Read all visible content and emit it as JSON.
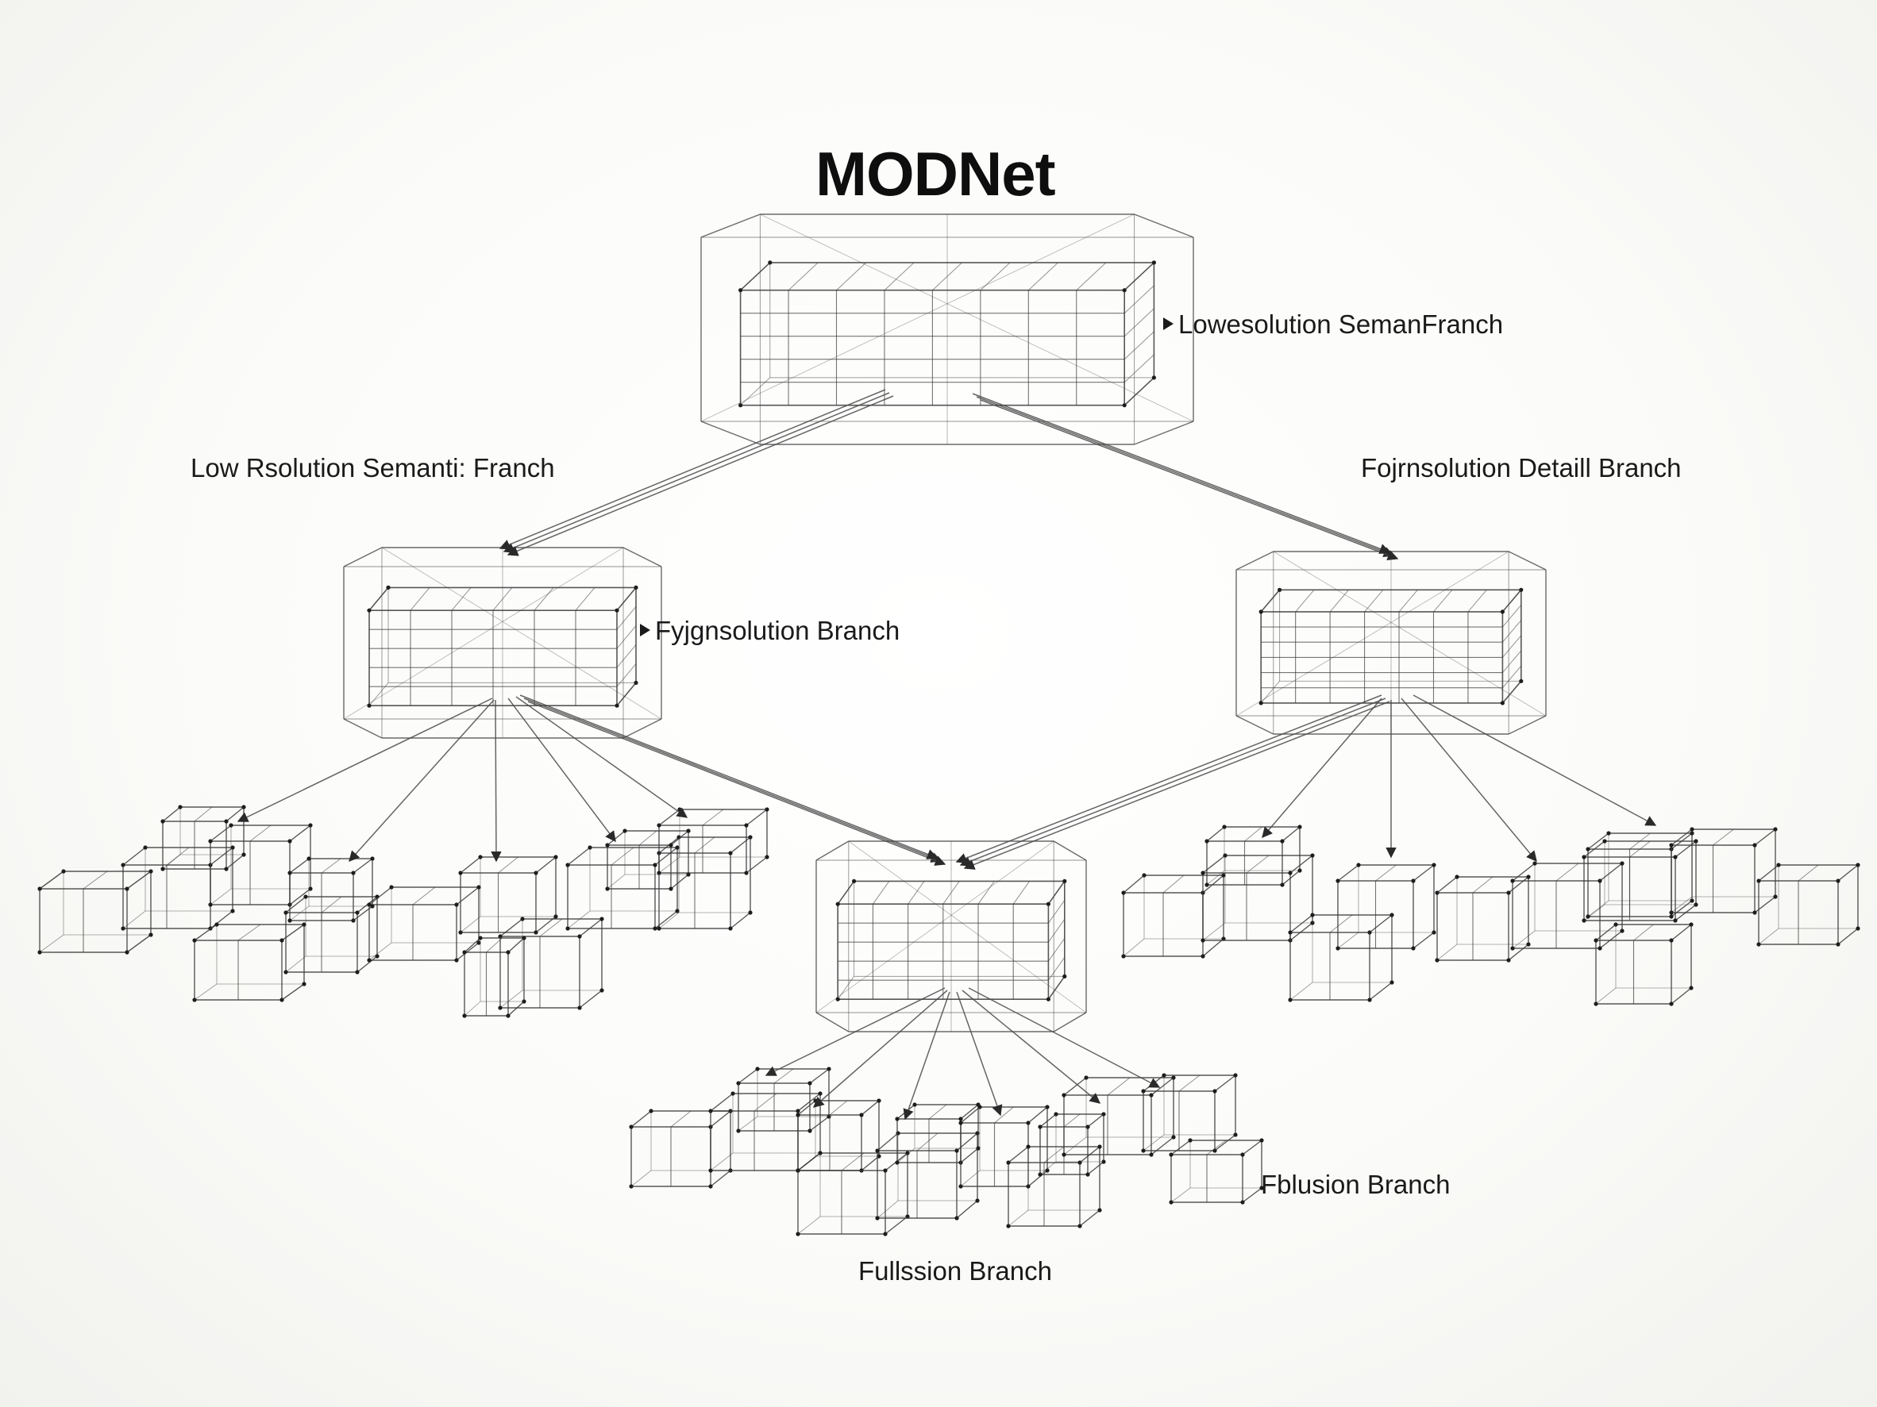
{
  "diagram": {
    "title": "MODNet",
    "labels": {
      "top_block": "Lowesolution SemanFranch",
      "left_branch": "Low Rsolution Semanti: Franch",
      "right_branch": "Fojrnsolution Detaill Branch",
      "left_block": "Fyjgnsolution Branch",
      "fusion_right": "Fblusion Branch",
      "fusion_bottom": "Fullssion Branch"
    },
    "colors": {
      "line": "#3a3a3a",
      "arrow": "#2a2a2a",
      "text": "#1a1a1a",
      "background": "#f7f7f5"
    }
  }
}
